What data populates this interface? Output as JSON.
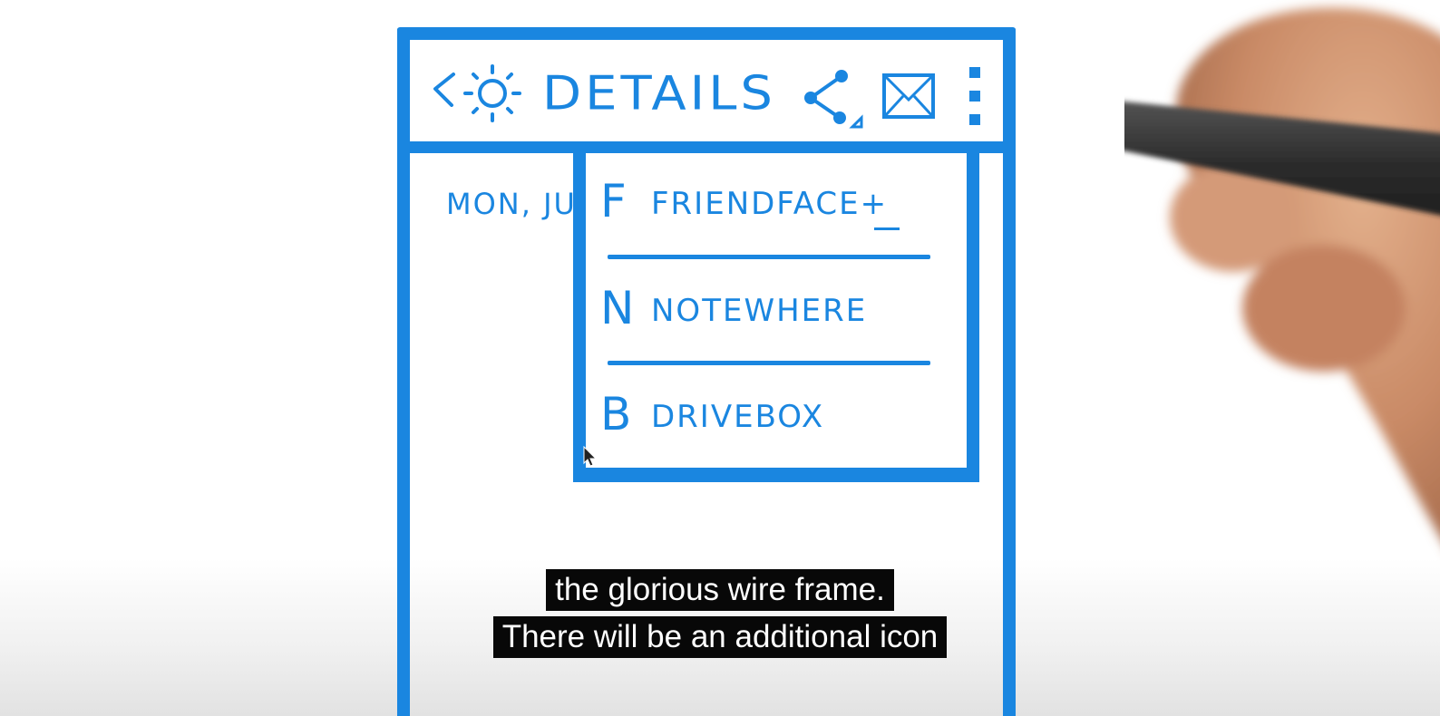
{
  "wireframe": {
    "appbar_title": "DETAILS",
    "date_text": "MON, JUN",
    "menu": {
      "items": [
        {
          "letter": "F",
          "label": "FRIENDFACE+"
        },
        {
          "letter": "N",
          "label": "NOTEWHERE"
        },
        {
          "letter": "B",
          "label": "DRIVEBOX"
        }
      ]
    }
  },
  "captions": {
    "line1": "the glorious wire frame.",
    "line2": "There will be an additional icon"
  },
  "colors": {
    "marker_blue": "#1a86e0",
    "caption_bg": "#080808",
    "caption_text": "#ffffff"
  },
  "icons": [
    "back-icon",
    "sun-icon",
    "share-icon",
    "mail-icon",
    "overflow-menu-icon",
    "cursor-icon"
  ]
}
